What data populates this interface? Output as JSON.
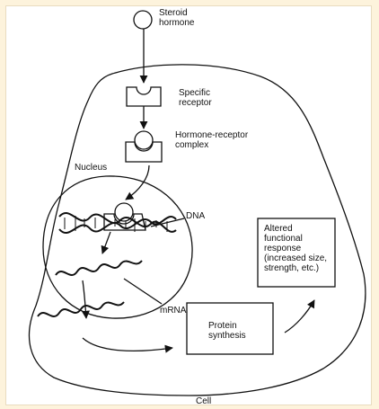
{
  "diagram": {
    "labels": {
      "steroid_hormone": "Steroid\nhormone",
      "specific_receptor": "Specific\nreceptor",
      "hormone_receptor_complex": "Hormone-receptor\ncomplex",
      "nucleus": "Nucleus",
      "dna": "DNA",
      "mrna": "mRNA",
      "protein_synthesis": "Protein\nsynthesis",
      "altered_response": "Altered\nfunctional\nresponse\n(increased size,\nstrength, etc.)",
      "cell": "Cell"
    },
    "colors": {
      "background": "#fdf3dc",
      "line": "#111111"
    }
  }
}
